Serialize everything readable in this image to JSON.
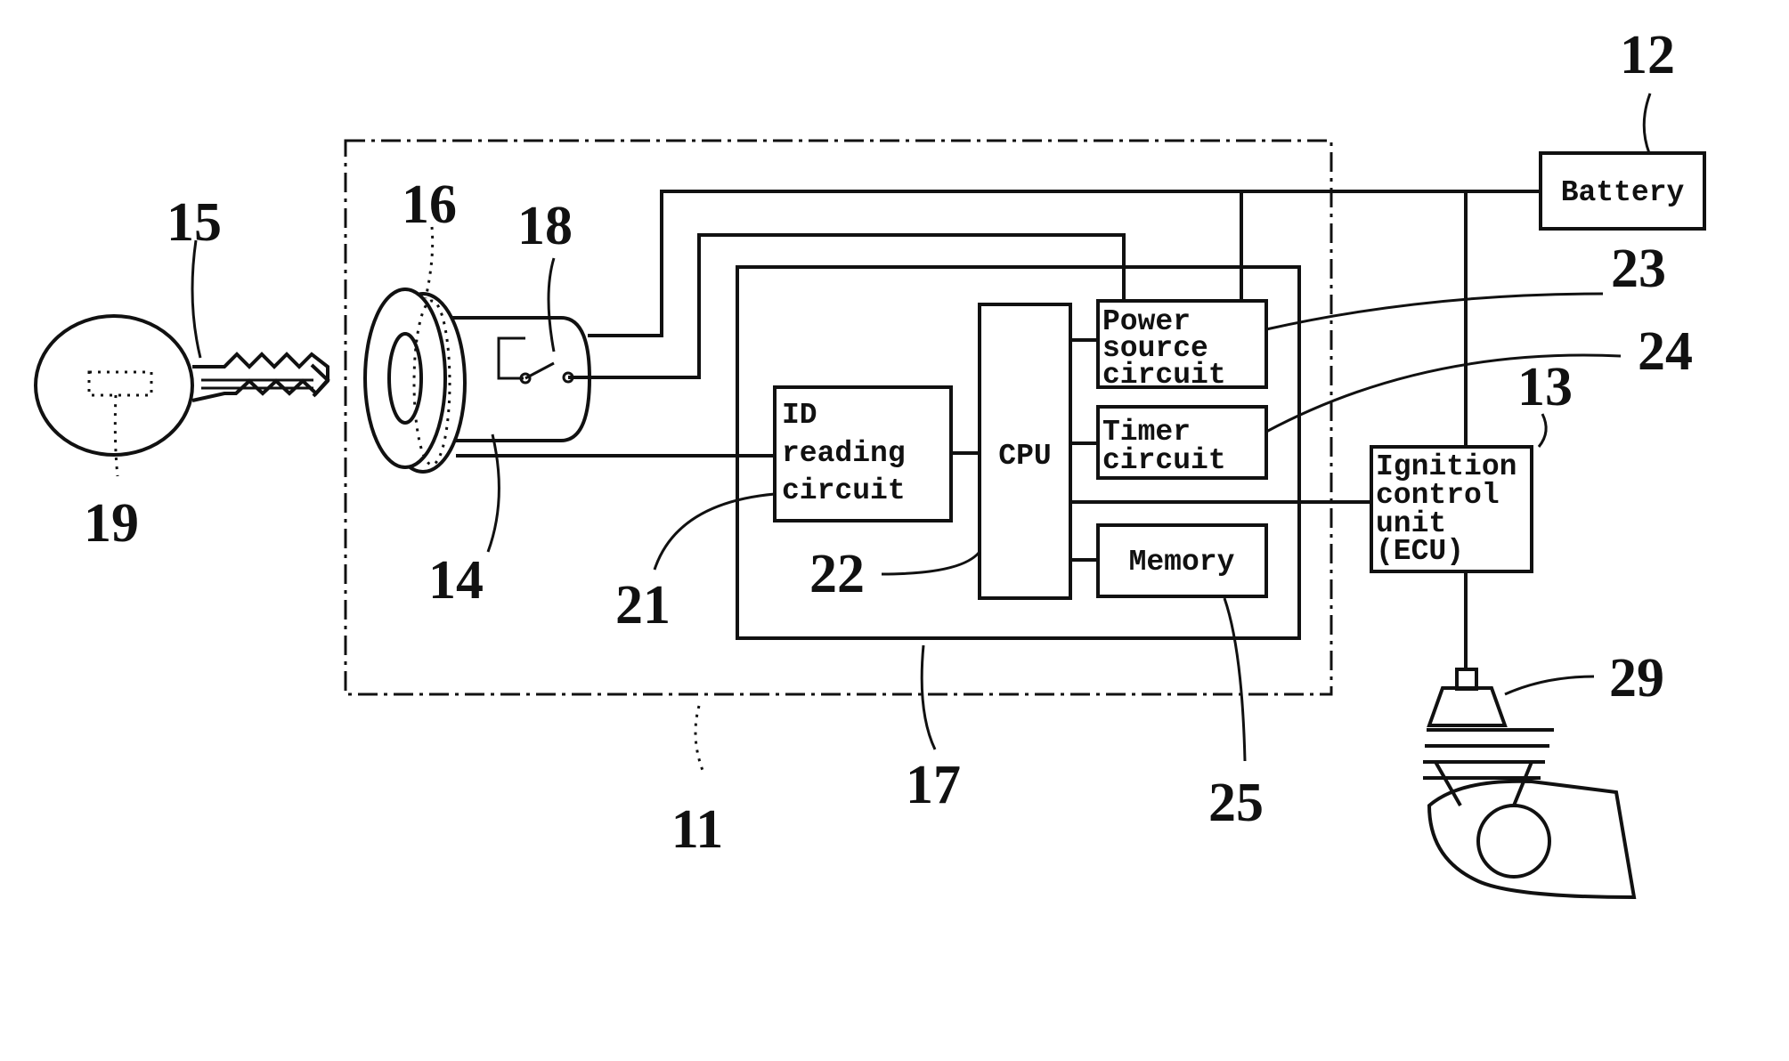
{
  "labels": {
    "battery": "Battery",
    "power_source": [
      "Power",
      "source",
      "circuit"
    ],
    "timer": [
      "Timer",
      "circuit"
    ],
    "id_reading": [
      "ID",
      "reading",
      "circuit"
    ],
    "cpu": "CPU",
    "memory": "Memory",
    "ecu": [
      "Ignition",
      "control",
      "unit",
      "(ECU)"
    ]
  },
  "refs": {
    "r11": "11",
    "r12": "12",
    "r13": "13",
    "r14": "14",
    "r15": "15",
    "r16": "16",
    "r17": "17",
    "r18": "18",
    "r19": "19",
    "r21": "21",
    "r22": "22",
    "r23": "23",
    "r24": "24",
    "r25": "25",
    "r29": "29"
  }
}
